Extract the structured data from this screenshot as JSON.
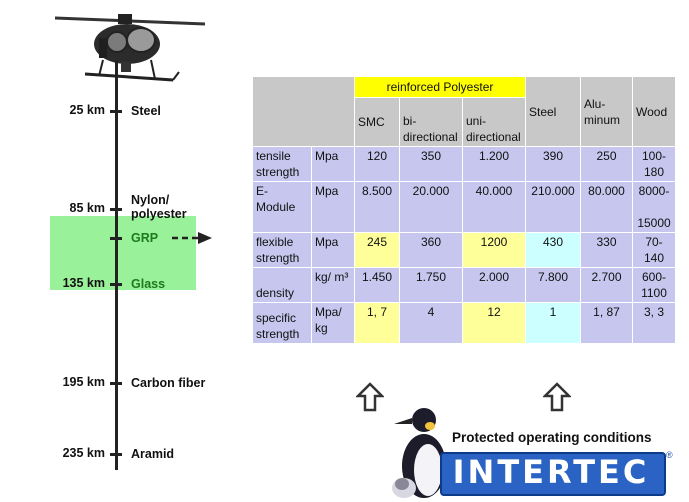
{
  "scale": {
    "levels": [
      {
        "km": "25 km",
        "material": "Steel"
      },
      {
        "km": "85 km",
        "material": "Nylon/\npolyester"
      },
      {
        "km": "",
        "material": "GRP"
      },
      {
        "km": "135 km",
        "material": "Glass"
      },
      {
        "km": "195 km",
        "material": "Carbon fiber"
      },
      {
        "km": "235 km",
        "material": "Aramid"
      }
    ]
  },
  "table": {
    "group_header": "reinforced Polyester",
    "columns": [
      "SMC",
      "bi-\ndirectional",
      "uni-\ndirectional",
      "Steel",
      "Alu-\nminum",
      "Wood"
    ],
    "rows": [
      {
        "property": "tensile\nstrength",
        "unit": "Mpa",
        "values": [
          "120",
          "350",
          "1.200",
          "390",
          "250",
          "100-\n180"
        ]
      },
      {
        "property": "E- Module",
        "unit": "Mpa",
        "values": [
          "8.500",
          "20.000",
          "40.000",
          "210.000",
          "80.000",
          "8000-\n\n15000"
        ]
      },
      {
        "property": "flexible\nstrength",
        "unit": "Mpa",
        "values": [
          "245",
          "360",
          "1200",
          "430",
          "330",
          "70-\n140"
        ]
      },
      {
        "property": "\ndensity",
        "unit": "kg/ m³",
        "values": [
          "1.450",
          "1.750",
          "2.000",
          "7.800",
          "2.700",
          "600-\n1100"
        ]
      },
      {
        "property": "specific\nstrength",
        "unit": "Mpa/\nkg",
        "values": [
          "1, 7",
          "4",
          "12",
          "1",
          "1, 87",
          "3, 3"
        ]
      }
    ]
  },
  "logo": {
    "tagline": "Protected operating conditions",
    "wordmark": "INTERTEC",
    "registered": "®"
  },
  "colors": {
    "band": "#8ef08e",
    "header_grey": "#c8c8c8",
    "cell_lavender": "#c6c6ee",
    "highlight_yellow": "#ffff99",
    "highlight_cyan": "#ccffff",
    "logo_blue": "#2a63c4"
  }
}
